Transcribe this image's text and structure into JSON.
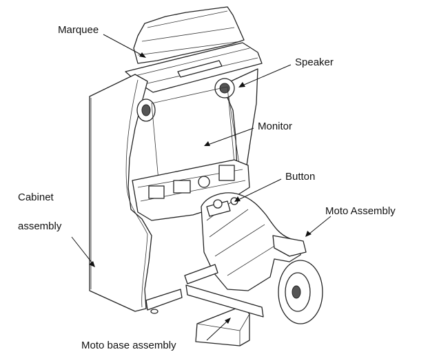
{
  "diagram": {
    "labels": {
      "marquee": "Marquee",
      "speaker": "Speaker",
      "monitor": "Monitor",
      "button": "Button",
      "moto_assembly": "Moto Assembly",
      "cabinet_line1": "Cabinet",
      "cabinet_line2": "assembly",
      "moto_base_assembly": "Moto base assembly"
    },
    "colors": {
      "line": "#222222",
      "background": "#ffffff"
    }
  }
}
